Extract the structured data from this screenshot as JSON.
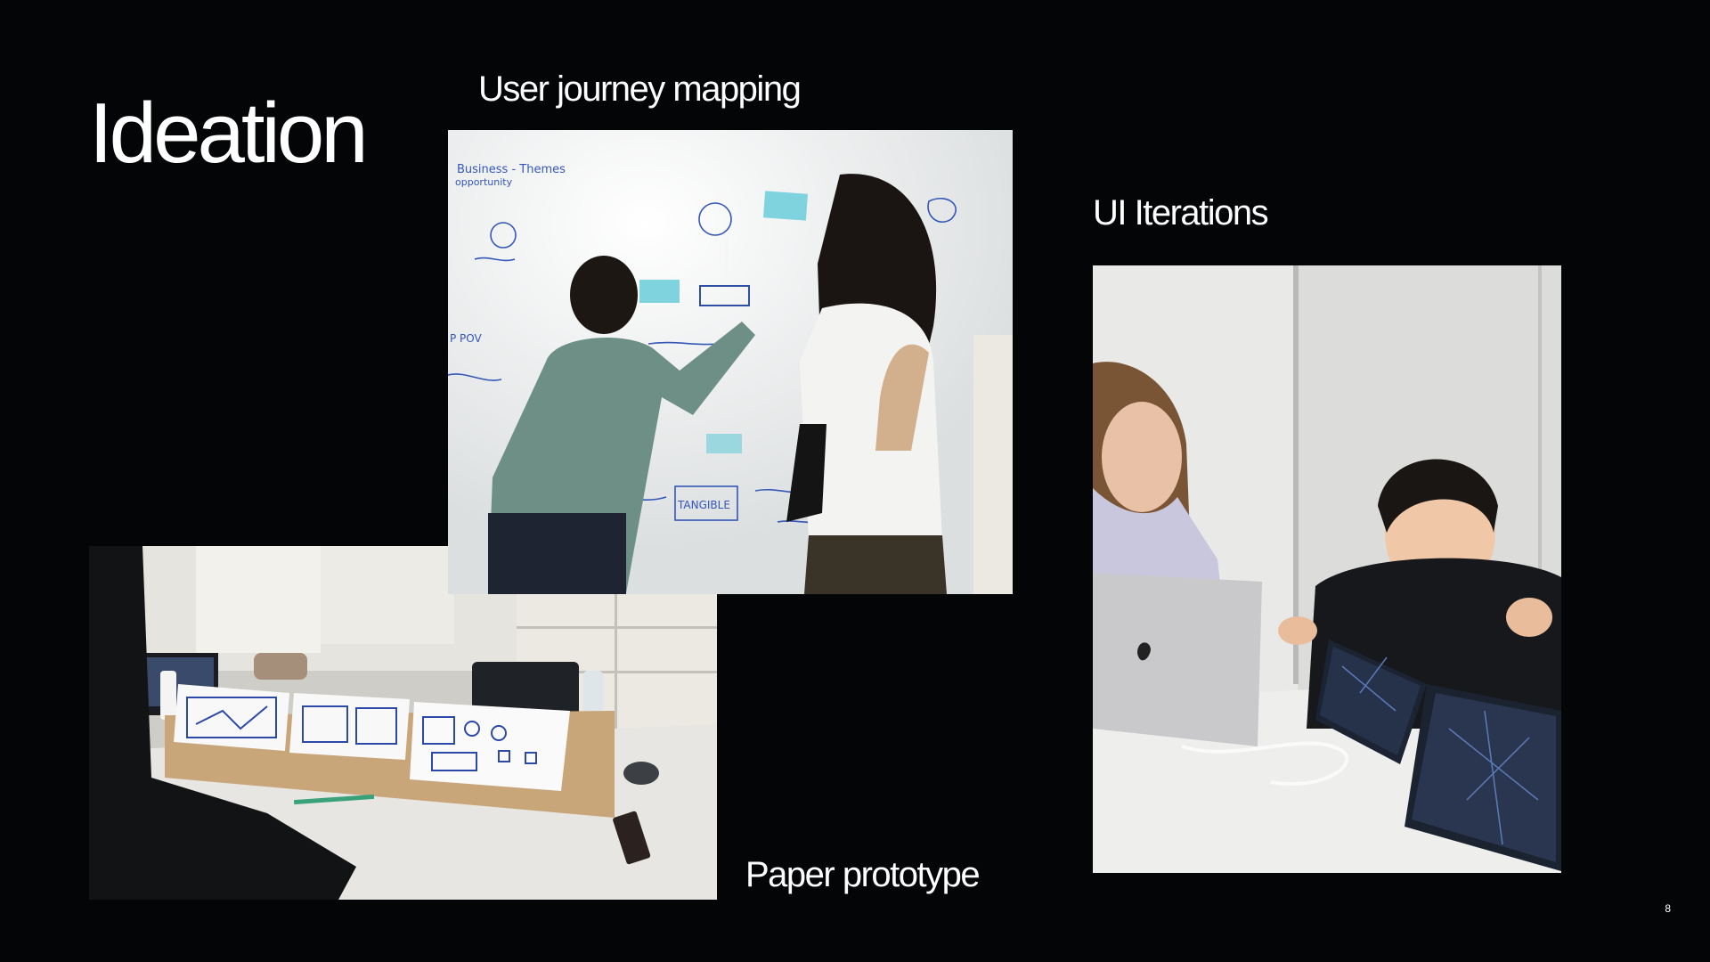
{
  "slide": {
    "title": "Ideation",
    "page_number": "8",
    "background": "#030507"
  },
  "captions": {
    "user_journey": "User journey mapping",
    "ui_iterations": "UI Iterations",
    "paper_prototype": "Paper prototype"
  },
  "photos": {
    "user_journey_alt": "Two people sketching a user journey map on a whiteboard",
    "paper_prototype_alt": "Paper prototype sketches laid out on a desk",
    "ui_iterations_alt": "Two people reviewing UI iterations on tablets beside a laptop"
  },
  "whiteboard_notes": {
    "business": "Business - Themes",
    "opportunity": "opportunity",
    "pov": "P POV",
    "tangible": "TANGIBLE"
  }
}
